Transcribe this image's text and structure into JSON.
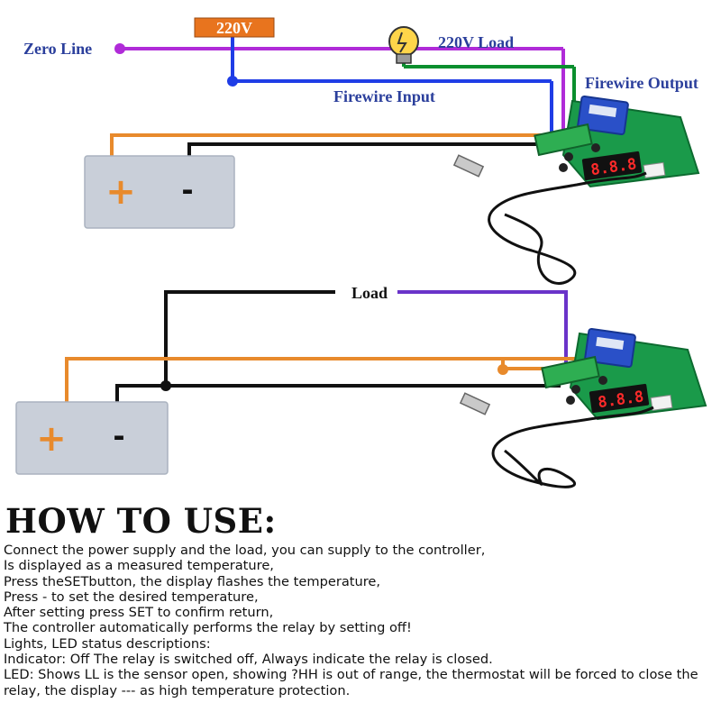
{
  "diagram": {
    "top": {
      "voltage_tag": "220V",
      "zero_line": "Zero Line",
      "load_220": "220V Load",
      "firewire_input": "Firewire Input",
      "firewire_output": "Firewire Output",
      "plus": "+",
      "minus": "-"
    },
    "bottom": {
      "load": "Load",
      "plus": "+",
      "minus": "-"
    }
  },
  "colors": {
    "orange": "#e88a2c",
    "purple": "#b02bd8",
    "blue": "#1f3de6",
    "green": "#0b8f2e",
    "violet": "#6a33c9",
    "battery": "#c9cfd9",
    "tag": "#e8741e",
    "label_text": "#2b3f9c"
  },
  "heading": "HOW TO USE:",
  "instructions": [
    "Connect the power supply and the load, you can supply to the controller,",
    "Is displayed as a measured temperature,",
    "Press theSETbutton, the display flashes the temperature,",
    "Press - to set the desired temperature,",
    "After setting press SET to confirm return,",
    "The controller automatically performs the relay by setting off!",
    "Lights, LED status descriptions:",
    "Indicator: Off The relay is switched off, Always indicate the relay is closed.",
    "LED: Shows LL is the sensor open, showing ?HH is out of range, the thermostat will be forced to close the relay, the display --- as high temperature protection."
  ]
}
